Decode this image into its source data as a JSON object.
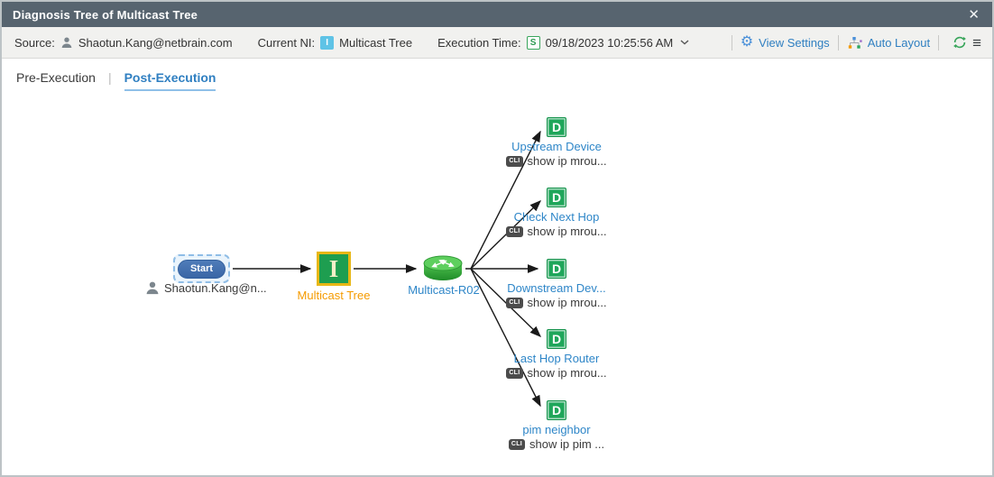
{
  "window": {
    "title": "Diagnosis Tree of Multicast Tree",
    "close_glyph": "✕"
  },
  "toolbar": {
    "source_label": "Source:",
    "source_value": "Shaotun.Kang@netbrain.com",
    "current_ni_label": "Current NI:",
    "current_ni_badge": "I",
    "current_ni_value": "Multicast Tree",
    "execution_time_label": "Execution Time:",
    "execution_time_badge": "S",
    "execution_time_value": "09/18/2023 10:25:56 AM",
    "view_settings_label": "View Settings",
    "auto_layout_label": "Auto Layout"
  },
  "tabs": {
    "pre": "Pre-Execution",
    "separator": "|",
    "post": "Post-Execution"
  },
  "diagram": {
    "start": {
      "button_label": "Start",
      "user_label": "Shaotun.Kang@n..."
    },
    "intent": {
      "icon_letter": "I",
      "label": "Multicast Tree"
    },
    "router": {
      "label": "Multicast-R02"
    },
    "branches": [
      {
        "icon_letter": "D",
        "name": "Upstream Device",
        "cli_badge": "CLI",
        "command": "show ip mrou..."
      },
      {
        "icon_letter": "D",
        "name": "Check Next Hop",
        "cli_badge": "CLI",
        "command": "show ip mrou..."
      },
      {
        "icon_letter": "D",
        "name": "Downstream Dev...",
        "cli_badge": "CLI",
        "command": "show ip mrou..."
      },
      {
        "icon_letter": "D",
        "name": "Last Hop Router",
        "cli_badge": "CLI",
        "command": "show ip mrou..."
      },
      {
        "icon_letter": "D",
        "name": "pim neighbor",
        "cli_badge": "CLI",
        "command": "show ip pim ..."
      }
    ]
  },
  "colors": {
    "titlebar": "#57646f",
    "toolbar_bg": "#f1f1ef",
    "link_blue": "#2f7fc1",
    "node_label_blue": "#2e86c8",
    "intent_orange": "#f59b00",
    "node_green": "#1fa65a",
    "intent_gold_border": "#e8b715",
    "ni_badge_blue": "#5fc3e6",
    "schedule_badge_green": "#3aa65c"
  }
}
